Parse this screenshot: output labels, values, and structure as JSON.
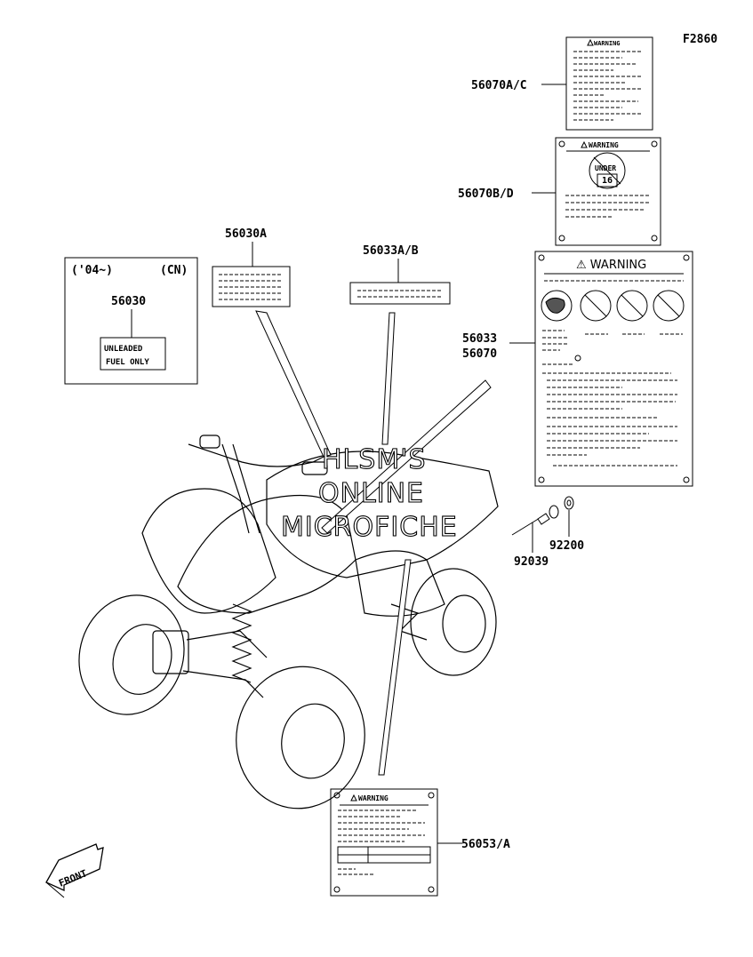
{
  "figure_code": "F2860",
  "inset": {
    "year": "('04~)",
    "region": "(CN)",
    "part": "56030",
    "label_line1": "UNLEADED",
    "label_line2": "FUEL ONLY"
  },
  "parts": {
    "p56070ac": "56070A/C",
    "p56070bd": "56070B/D",
    "p56030a": "56030A",
    "p56033ab": "56033A/B",
    "p56033": "56033",
    "p56070": "56070",
    "p92200": "92200",
    "p92039": "92039",
    "p56053a": "56053/A"
  },
  "labels": {
    "warning": "WARNING",
    "warning_caps": "⚠ WARNING",
    "under": "UNDER",
    "age": "16"
  },
  "front_arrow": "FRONT",
  "watermark": {
    "line1": "HLSM'S",
    "line2": "ONLINE",
    "line3": "MICROFICHE"
  }
}
